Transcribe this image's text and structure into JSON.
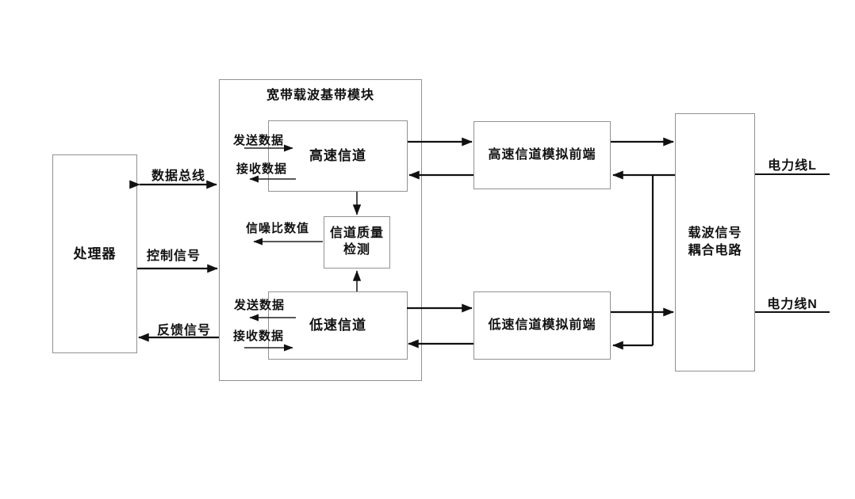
{
  "diagram": {
    "title": "宽带载波基带模块",
    "boxes": {
      "processor": "处理器",
      "hs_channel": "高速信道",
      "quality_line1": "信道质量",
      "quality_line2": "检测",
      "ls_channel": "低速信道",
      "hs_afe": "高速信道模拟前端",
      "ls_afe": "低速信道模拟前端",
      "coupling_line1": "载波信号",
      "coupling_line2": "耦合电路"
    },
    "labels": {
      "data_bus": "数据总线",
      "control_signal": "控制信号",
      "feedback_signal": "反馈信号",
      "hs_send_data": "发送数据",
      "hs_receive_data": "接收数据",
      "snr_value": "信噪比数值",
      "ls_send_data": "发送数据",
      "ls_receive_data": "接收数据",
      "power_line_l": "电力线L",
      "power_line_n": "电力线N"
    },
    "colors": {
      "background": "#ffffff",
      "box_border": "#919191",
      "arrow": "#111111",
      "text": "#111111"
    }
  }
}
